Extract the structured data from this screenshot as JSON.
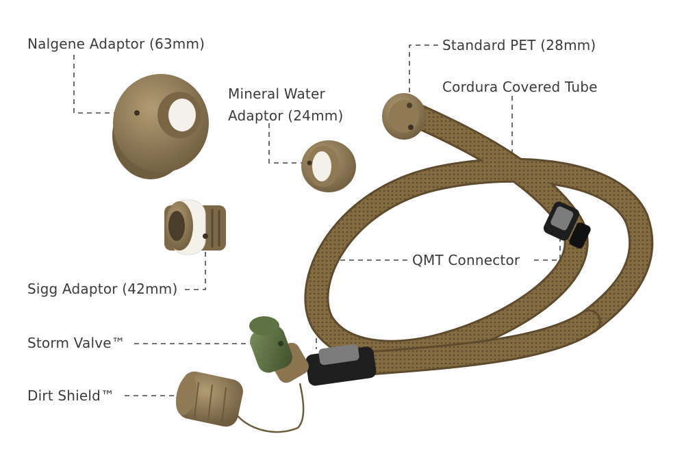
{
  "labels": {
    "nalgene": "Nalgene Adaptor (63mm)",
    "mineral_line1": "Mineral Water",
    "mineral_line2": "Adaptor (24mm)",
    "standard_pet": "Standard PET (28mm)",
    "cordura": "Cordura Covered Tube",
    "sigg": "Sigg Adaptor (42mm)",
    "qmt": "QMT Connector",
    "storm_valve": "Storm Valve™",
    "dirt_shield": "Dirt Shield™"
  },
  "colors": {
    "tan": "#8a7550",
    "tan_dark": "#6b5a3c",
    "tan_light": "#b09a72",
    "tube": "#836b42",
    "tube_dark": "#5e4b2d",
    "valve_green": "#56693e",
    "connector_black": "#1e1e1e",
    "connector_grey": "#7c7c7c",
    "leader": "#444444",
    "text": "#3a3a3a"
  }
}
